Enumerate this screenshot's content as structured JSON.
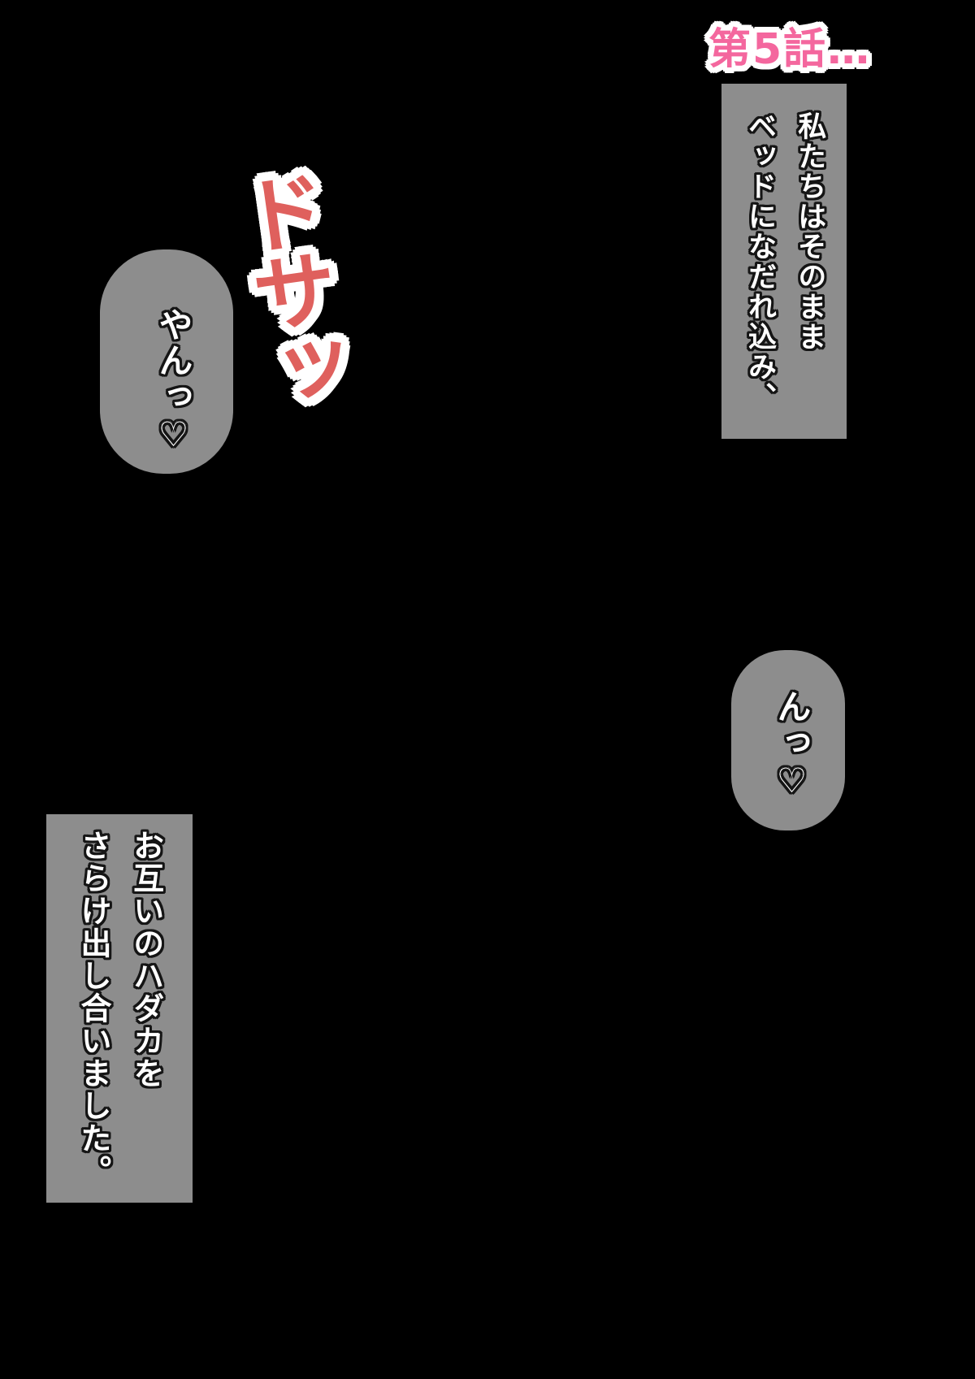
{
  "page": {
    "background_color": "#000000",
    "panel_gray": "#8d8d8d",
    "text_color": "#ffffff",
    "text_outline_color": "#151515"
  },
  "header": {
    "episode_label": "第5話…",
    "episode_color": "#f4679e"
  },
  "narration_top": {
    "text": "私たちはそのまま\nベッドになだれ込み、"
  },
  "sfx": {
    "text": "ドサッ",
    "color": "#df605d",
    "outline_color": "#ffffff"
  },
  "dialogue": {
    "moan_left": "やんっ♡",
    "moan_right": "んっ♡"
  },
  "narration_bottom": {
    "text": "お互いのハダカを\nさらけ出し合いました。"
  }
}
